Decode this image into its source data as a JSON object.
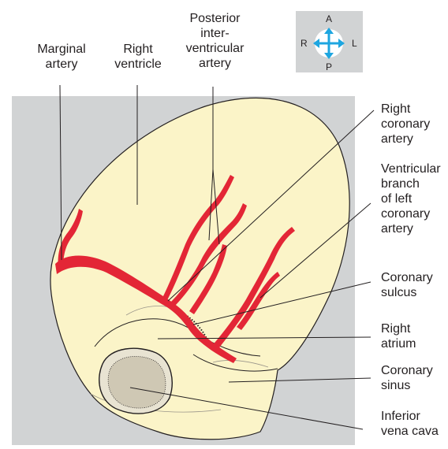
{
  "labels": {
    "marginal_artery": [
      "Marginal",
      "artery"
    ],
    "right_ventricle": [
      "Right",
      "ventricle"
    ],
    "posterior_interventricular_artery": [
      "Posterior",
      "inter-",
      "ventricular",
      "artery"
    ],
    "right_coronary_artery": [
      "Right",
      "coronary",
      "artery"
    ],
    "ventricular_branch": [
      "Ventricular",
      "branch",
      "of left",
      "coronary",
      "artery"
    ],
    "coronary_sulcus": [
      "Coronary",
      "sulcus"
    ],
    "right_atrium": [
      "Right",
      "atrium"
    ],
    "coronary_sinus": [
      "Coronary",
      "sinus"
    ],
    "inferior_vena_cava": [
      "Inferior",
      "vena cava"
    ]
  },
  "compass": {
    "anterior": "A",
    "posterior": "P",
    "right": "R",
    "left": "L"
  },
  "colors": {
    "background_panel": "#d1d3d4",
    "heart_fill": "#fbf4c8",
    "artery_fill": "#e32636",
    "leader_line": "#231f20",
    "compass_arrow": "#1ea6e0"
  }
}
